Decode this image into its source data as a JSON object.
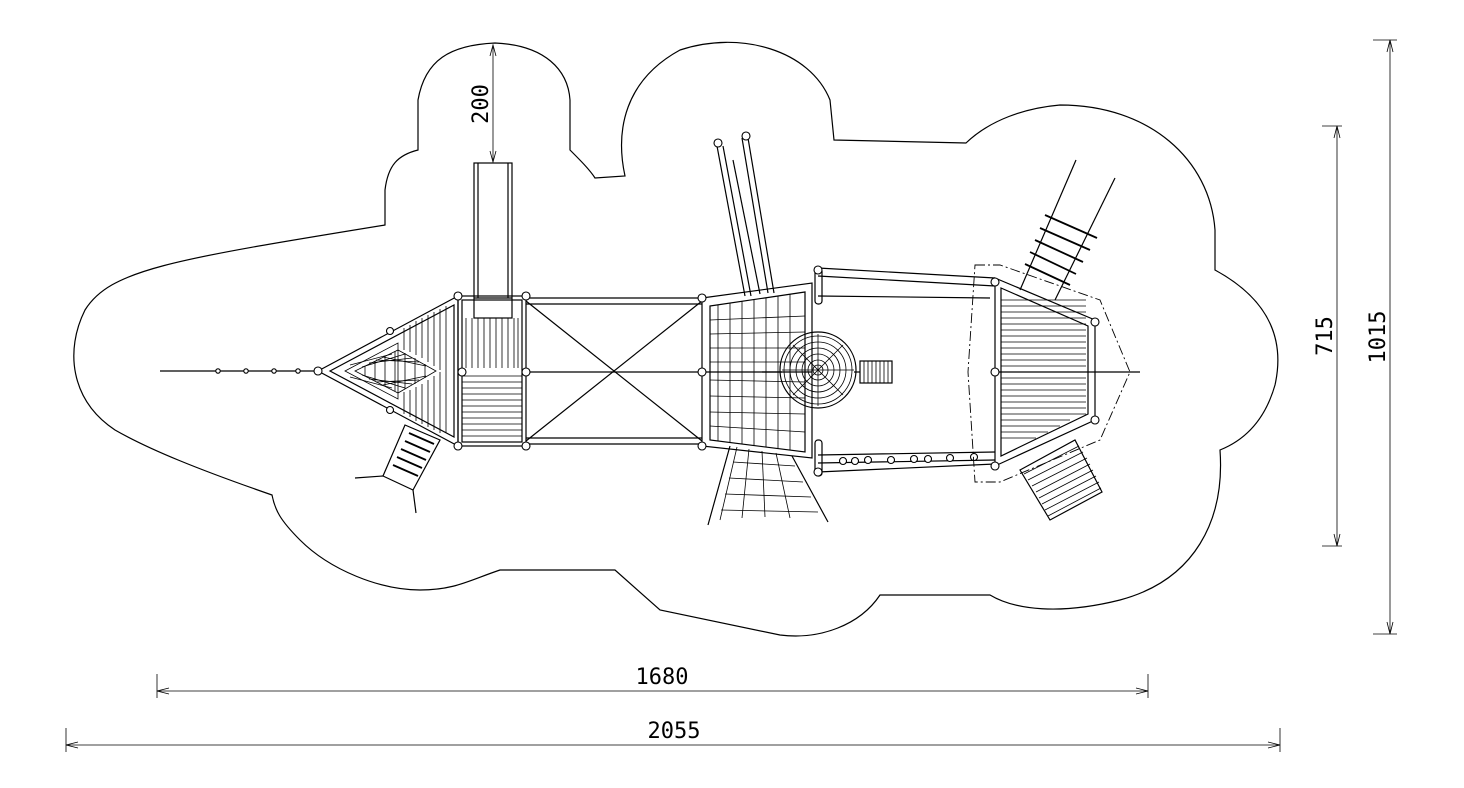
{
  "dimensions": {
    "overall_width": "2055",
    "equipment_width": "1680",
    "overall_depth": "1015",
    "equipment_depth": "715",
    "clearance": "200"
  }
}
